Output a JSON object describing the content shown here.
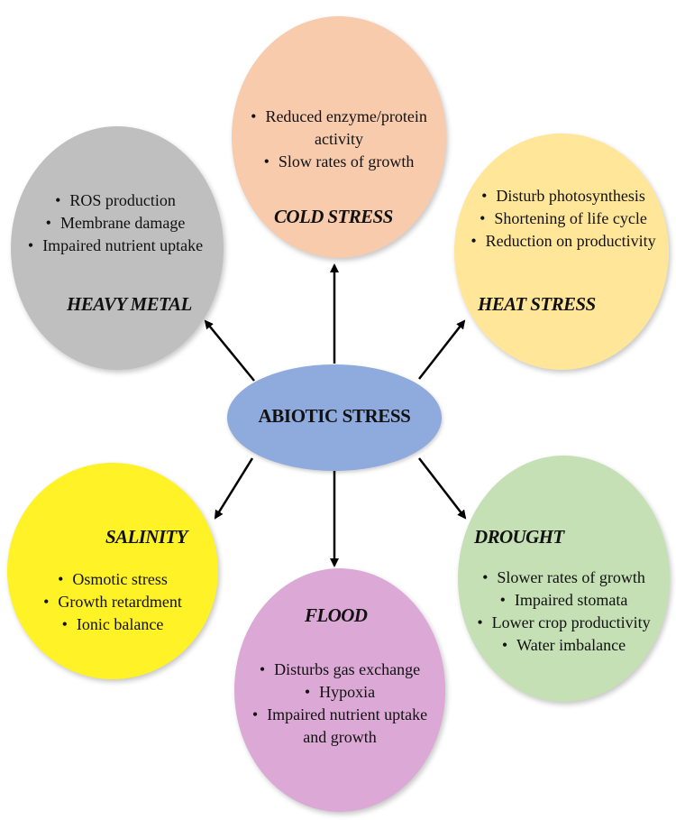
{
  "center": {
    "label": "ABIOTIC STRESS",
    "color": "#8FAADC"
  },
  "nodes": {
    "cold": {
      "title": "COLD STRESS",
      "color": "#F8CBAD",
      "points": [
        "Reduced enzyme/protein",
        "activity",
        "Slow rates of growth"
      ]
    },
    "heavy_metal": {
      "title": "HEAVY METAL",
      "color": "#BFBFBF",
      "points": [
        "ROS production",
        "Membrane damage",
        "Impaired nutrient uptake"
      ]
    },
    "heat": {
      "title": "HEAT STRESS",
      "color": "#FFE699",
      "points": [
        "Disturb photosynthesis",
        "Shortening of life cycle",
        "Reduction on productivity"
      ]
    },
    "salinity": {
      "title": "SALINITY",
      "color": "#FFF226",
      "points": [
        "Osmotic stress",
        "Growth retardment",
        "Ionic balance"
      ]
    },
    "drought": {
      "title": "DROUGHT",
      "color": "#C5E0B4",
      "points": [
        "Slower rates of growth",
        "Impaired stomata",
        "Lower crop productivity",
        "Water imbalance"
      ]
    },
    "flood": {
      "title": "FLOOD",
      "color": "#DCA8D6",
      "points": [
        "Disturbs gas exchange",
        "Hypoxia",
        "Impaired nutrient uptake",
        "and growth"
      ]
    }
  }
}
